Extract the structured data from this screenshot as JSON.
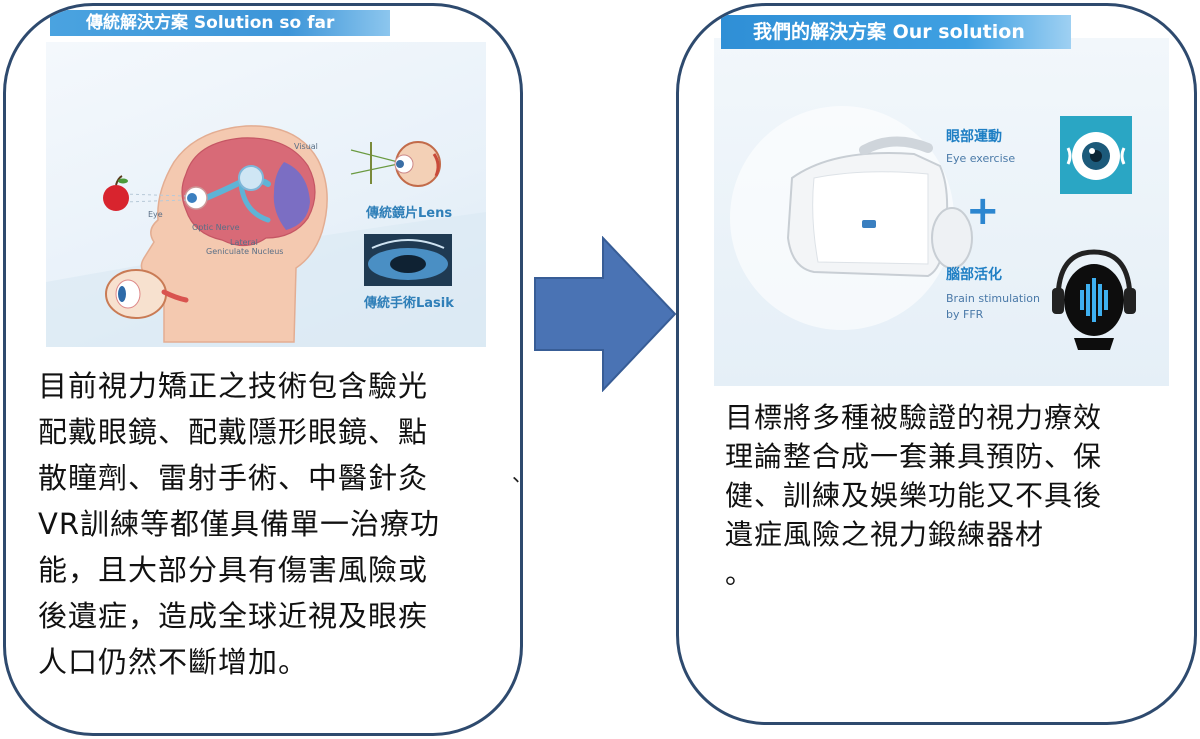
{
  "left": {
    "banner": "傳統解決方案 Solution so far",
    "anatomy_labels": {
      "visual": "Visual",
      "eye": "Eye",
      "optic_nerve": "Optic Nerve",
      "lateral": "Lateral",
      "geniculate": "Geniculate Nucleus"
    },
    "methods": [
      {
        "label": "傳統鏡片Lens"
      },
      {
        "label": "傳統手術Lasik"
      }
    ],
    "text_lines": [
      "目前視力矯正之技術包含驗光",
      "配戴眼鏡、配戴隱形眼鏡、點",
      "散瞳劑、雷射手術、中醫針灸",
      "VR訓練等都僅具備單一治療功",
      "能，且大部分具有傷害風險或",
      "後遺症，造成全球近視及眼疾",
      "人口仍然不斷增加。"
    ],
    "stray_mark": "、"
  },
  "right": {
    "banner": "我們的解決方案 Our solution",
    "eye_exercise_zh": "眼部運動",
    "eye_exercise_en": "Eye exercise",
    "plus": "+",
    "brain_zh": "腦部活化",
    "brain_en_1": "Brain stimulation",
    "brain_en_2": "by FFR",
    "text_lines": [
      "目標將多種被驗證的視力療效",
      "理論整合成一套兼具預防、保",
      "健、訓練及娛樂功能又不具後",
      "遺症風險之視力鍛練器材",
      "。"
    ]
  },
  "colors": {
    "panel_border": "#2e4a6e",
    "arrow_fill": "#4a73b4",
    "arrow_stroke": "#385d96",
    "banner_blue": "#3d95d8"
  }
}
